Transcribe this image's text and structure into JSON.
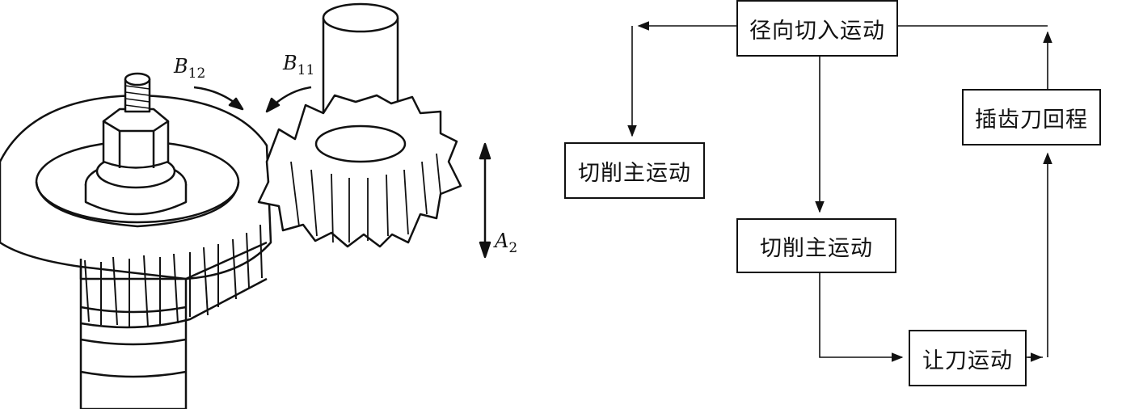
{
  "illustration": {
    "label_b12": {
      "main": "B",
      "sub": "12"
    },
    "label_b11": {
      "main": "B",
      "sub": "11"
    },
    "label_a2": {
      "main": "A",
      "sub": "2"
    }
  },
  "flow": {
    "radial_feed": "径向切入运动",
    "cut_main_left": "切削主运动",
    "cut_main_center": "切削主运动",
    "tool_return": "插齿刀回程",
    "relief": "让刀运动"
  }
}
